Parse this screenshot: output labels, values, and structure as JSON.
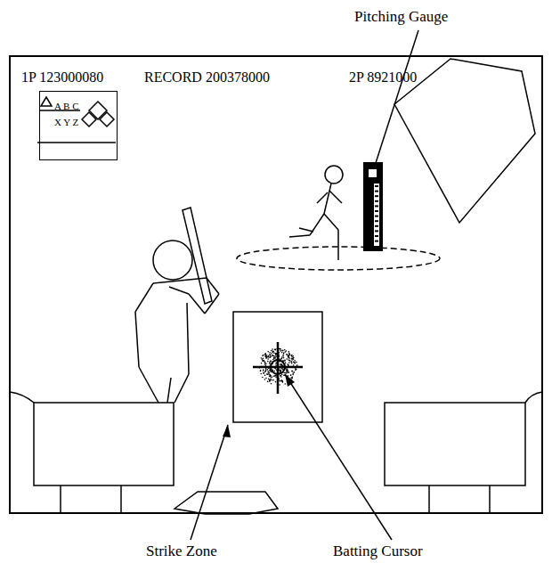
{
  "diagram": {
    "nodes": [
      {
        "text": [
          "1P 123000080",
          "RECORD 200378000",
          "2P 8921000"
        ]
      },
      {
        "text": [
          "A B C",
          "X Y Z"
        ],
        "in": 0
      }
    ],
    "labels": [
      "Pitching Gauge",
      "Strike Zone",
      "Batting Cursor"
    ]
  }
}
